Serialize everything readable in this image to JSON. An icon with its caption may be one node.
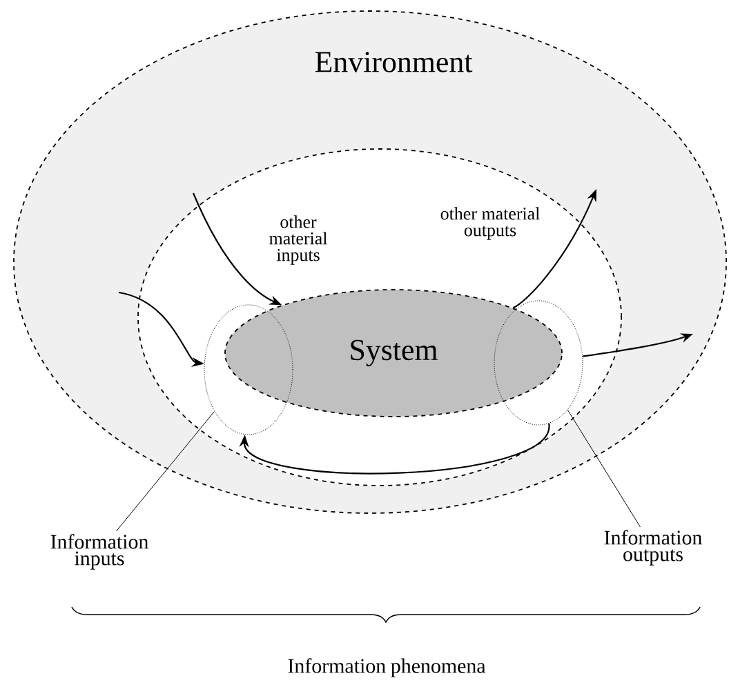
{
  "diagram": {
    "nodes": [
      {
        "text": [
          "Environment"
        ]
      },
      {
        "text": [],
        "shape": "ellipse",
        "in": 0
      },
      {
        "text": [
          "System"
        ],
        "in": 1
      },
      {
        "text": [],
        "shape": "ellipse",
        "in": 1
      },
      {
        "text": [],
        "shape": "ellipse",
        "in": 1
      },
      {
        "text": [
          "Information inputs"
        ]
      },
      {
        "text": [
          "Information outputs"
        ]
      }
    ],
    "edges": [
      {
        "from": null,
        "to": 2,
        "arrow": "to"
      },
      {
        "from": null,
        "to": 3,
        "arrow": "to"
      },
      {
        "from": 2,
        "to": null,
        "arrow": "to"
      },
      {
        "from": 4,
        "to": null,
        "arrow": "to"
      },
      {
        "from": 4,
        "to": 3,
        "arrow": "to"
      },
      {
        "from": 5,
        "to": 3,
        "arrow": "none"
      },
      {
        "from": 6,
        "to": 4,
        "arrow": "none"
      }
    ],
    "labels": [
      "other material inputs",
      "other material outputs",
      "Information phenomena"
    ]
  }
}
